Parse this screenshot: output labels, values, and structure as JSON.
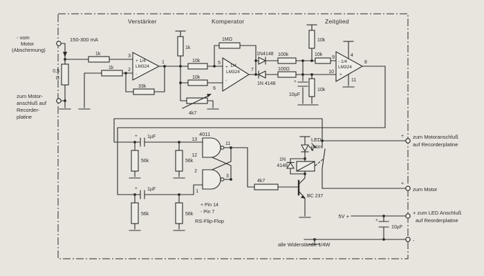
{
  "colors": {
    "paper": "#e8e5de",
    "ink": "#2b2a28"
  },
  "sections": {
    "amplifier": "Verstärker",
    "comparator": "Komperator",
    "timer": "Zeitglied"
  },
  "note": "alle Widerstände 1/4W",
  "left": {
    "motor_in_1": "- vom",
    "motor_in_2": "Motor",
    "motor_in_3": "(Abschirmung)",
    "current": "150-300 mA",
    "sense_val": "0,5",
    "sense_unit": "Ω",
    "gnd_1": "zum Motor-",
    "gnd_2": "anschluß auf",
    "gnd_3": "Recorder-",
    "gnd_4": "platine"
  },
  "amplifier": {
    "r_top": "1k",
    "r_bottom": "1k",
    "r_fb": "33k",
    "pin_plus": "3",
    "pin_minus": "2",
    "pin_out": "1",
    "ic_line1": "+ 1/4",
    "ic_line2": "LM324",
    "minus": "-"
  },
  "comparator": {
    "r_pullup": "1k",
    "r_plus": "10k",
    "r_minus": "10k",
    "r_trim": "4k7",
    "r_fb": "1MΩ",
    "pin_plus": "5",
    "pin_minus": "6",
    "pin_out": "7",
    "plus": "+",
    "ic_line1": "1/4",
    "ic_line2": "LM324",
    "minus": "-"
  },
  "detector": {
    "d_top": "1N4148",
    "d_bottom": "1N 4148",
    "r_top": "100k",
    "r_bottom": "100Ω",
    "cap_plus": "+",
    "cap": "10µF"
  },
  "timer": {
    "r_pullup": "10k",
    "r_series": "10k",
    "r_down": "10k",
    "pin_minus": "9",
    "pin_plus": "10",
    "pin_vcc": "4",
    "pin_gnd": "11",
    "pin_out": "8",
    "ic_line1": "- 1/4",
    "ic_line2": "LM324",
    "plus": "+"
  },
  "flipflop": {
    "ic": "4011",
    "pin13": "13",
    "pin12": "12",
    "pin11": "11",
    "pin2": "2",
    "pin1": "1",
    "pin3": "3",
    "cap_top_plus": "+",
    "cap_top": "1µF",
    "cap_bottom_plus": "+",
    "cap_bottom": "1µF",
    "r1": "56k",
    "r2": "56k",
    "r3": "56k",
    "r4": "56k",
    "note1": "+ Pin 14",
    "note2": "- Pin 7",
    "title": "RS-Flip-Flop"
  },
  "driver": {
    "r_base": "4k7",
    "diode_1": "1N",
    "diode_2": "4148",
    "led_1": "LED",
    "led_2": "grün",
    "transistor": "BC 237"
  },
  "terminals": {
    "motor_plus": "+",
    "motor_1": "zum Motoranschluß",
    "motor_2": "auf Recorderplatine",
    "motor2_plus": "+",
    "motor2": "zum Motor",
    "led_1": "+ zum LED Anschluß",
    "led_2": "auf Reorderplatine",
    "minus": "-"
  },
  "power": {
    "supply": "5V +",
    "cap_plus": "+",
    "cap": "10µF"
  }
}
